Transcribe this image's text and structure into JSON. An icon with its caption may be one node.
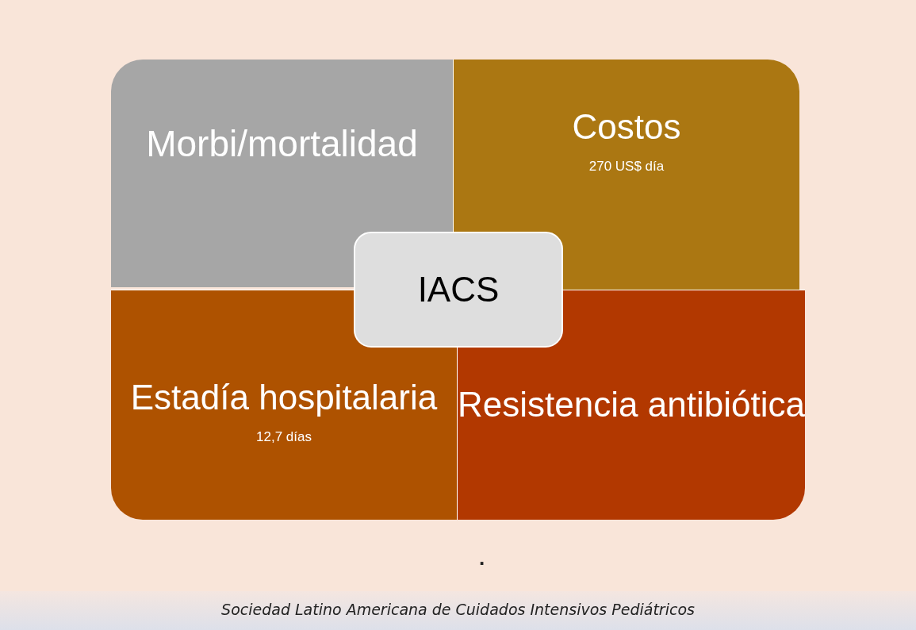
{
  "diagram": {
    "caption": "Sociedad Latino Americana de Cuidados Intensivos Pediátricos",
    "nodes": [
      {
        "text": [
          "Morbi/mortalidad"
        ]
      },
      {
        "text": [
          "Costos",
          "270 US$ día"
        ]
      },
      {
        "text": [
          "IACS"
        ]
      },
      {
        "text": [
          "Estadía hospitalaria",
          "12,7 días"
        ]
      },
      {
        "text": [
          "Resistencia antibiótica"
        ]
      }
    ],
    "labels": [
      "."
    ]
  }
}
